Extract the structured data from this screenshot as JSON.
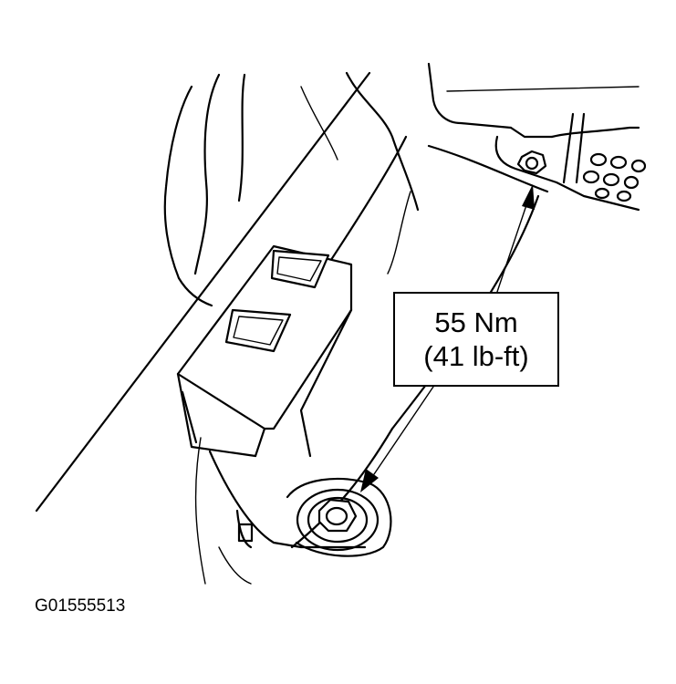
{
  "callout": {
    "torque_nm": "55 Nm",
    "torque_lbft": "(41 lb-ft)"
  },
  "figure_id": "G01555513",
  "colors": {
    "ink": "#000000",
    "paper": "#ffffff"
  }
}
